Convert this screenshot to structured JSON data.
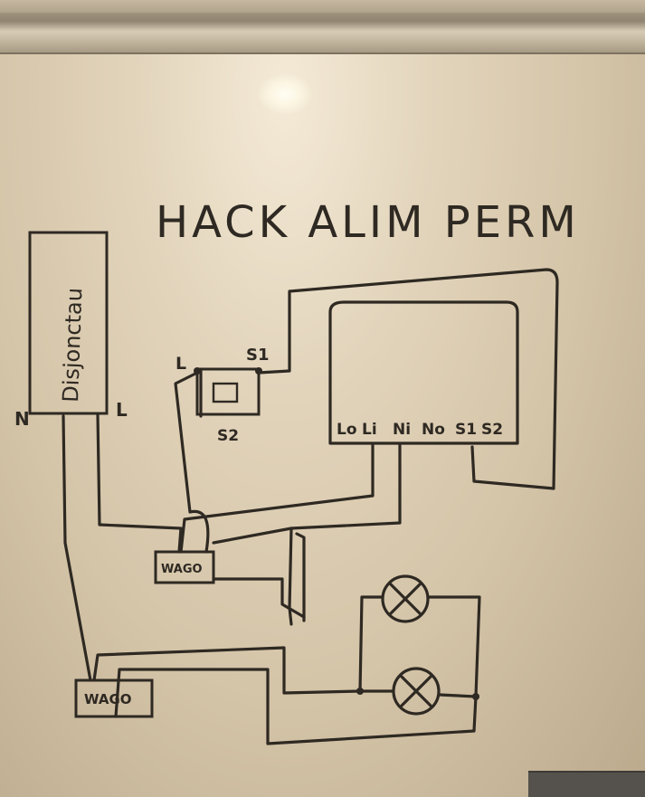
{
  "diagram": {
    "title": "HACK ALIM PERM",
    "breaker": {
      "label": "Disjonctau"
    },
    "terminals": {
      "neutral": "N",
      "live": "L"
    },
    "switch": {
      "live": "L",
      "s1": "S1",
      "s2": "S2"
    },
    "module_terminals": [
      "Lo",
      "Li",
      "Ni",
      "No",
      "S1",
      "S2"
    ],
    "wago_top": "WAGO",
    "wago_bottom": "WAGO",
    "lamps": [
      {
        "name": "lamp-top"
      },
      {
        "name": "lamp-bottom"
      }
    ]
  },
  "colors": {
    "ink": "#2e2922",
    "board": "#e2d4bb"
  }
}
